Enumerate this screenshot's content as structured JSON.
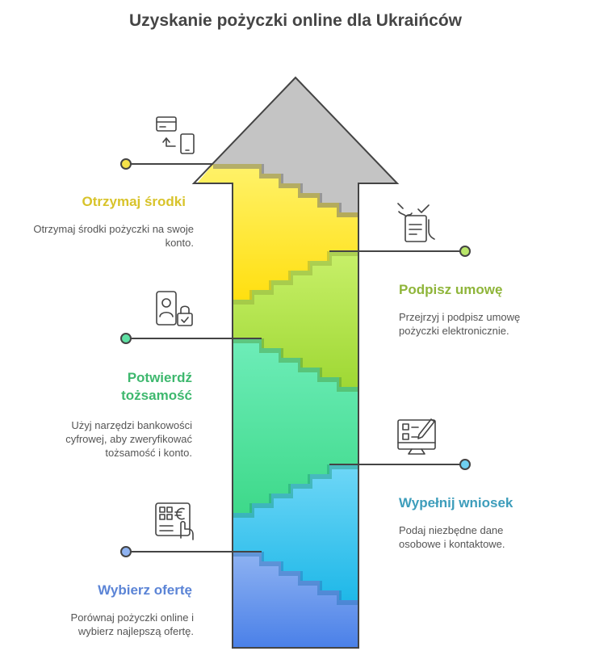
{
  "title": "Uzyskanie pożyczki online dla Ukraińców",
  "steps": [
    {
      "title": "Wybierz ofertę",
      "description": "Porównaj pożyczki online i wybierz najlepszą ofertę.",
      "color": "#5b84d6",
      "icon": "qr-euro-payment-icon"
    },
    {
      "title": "Wypełnij wniosek",
      "description": "Podaj niezbędne dane osobowe i kontaktowe.",
      "color": "#3d9dbb",
      "icon": "computer-form-icon"
    },
    {
      "title": "Potwierdź tożsamość",
      "description": "Użyj narzędzi bankowości cyfrowej, aby zweryfikować tożsamość i konto.",
      "color": "#3eb86e",
      "icon": "id-lock-icon"
    },
    {
      "title": "Podpisz umowę",
      "description": "Przejrzyj i podpisz umowę pożyczki elektronicznie.",
      "color": "#8fb53a",
      "icon": "sign-document-icon"
    },
    {
      "title": "Otrzymaj środki",
      "description": "Otrzymaj środki pożyczki na swoje konto.",
      "color": "#d8c32a",
      "icon": "card-transfer-icon"
    }
  ]
}
